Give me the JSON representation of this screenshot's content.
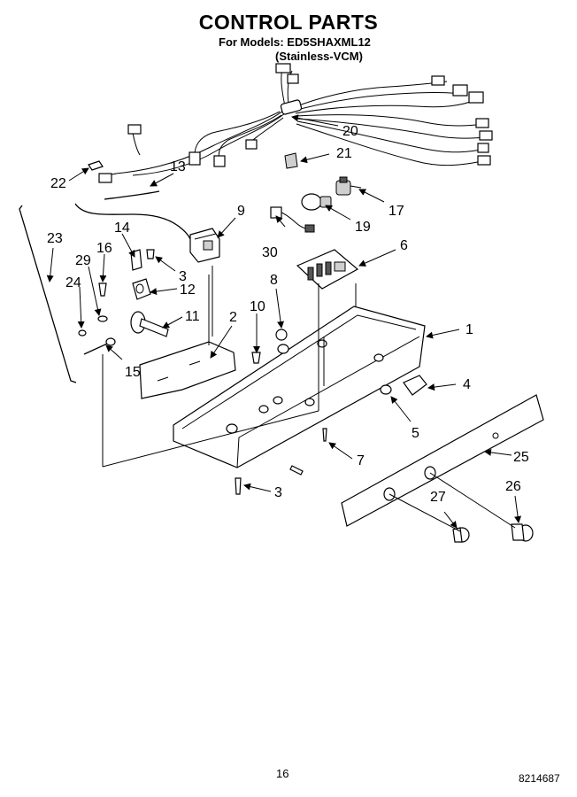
{
  "header": {
    "title": "CONTROL PARTS",
    "models_line": "For Models: ED5SHAXML12",
    "variant_line": "(Stainless-VCM)"
  },
  "callouts": [
    {
      "id": "c1",
      "label": "1"
    },
    {
      "id": "c2",
      "label": "2"
    },
    {
      "id": "c3a",
      "label": "3"
    },
    {
      "id": "c3b",
      "label": "3"
    },
    {
      "id": "c4",
      "label": "4"
    },
    {
      "id": "c5",
      "label": "5"
    },
    {
      "id": "c6",
      "label": "6"
    },
    {
      "id": "c7",
      "label": "7"
    },
    {
      "id": "c8",
      "label": "8"
    },
    {
      "id": "c9",
      "label": "9"
    },
    {
      "id": "c10",
      "label": "10"
    },
    {
      "id": "c11",
      "label": "11"
    },
    {
      "id": "c12",
      "label": "12"
    },
    {
      "id": "c13",
      "label": "13"
    },
    {
      "id": "c14",
      "label": "14"
    },
    {
      "id": "c15",
      "label": "15"
    },
    {
      "id": "c16",
      "label": "16"
    },
    {
      "id": "c17",
      "label": "17"
    },
    {
      "id": "c19",
      "label": "19"
    },
    {
      "id": "c20",
      "label": "20"
    },
    {
      "id": "c21",
      "label": "21"
    },
    {
      "id": "c22",
      "label": "22"
    },
    {
      "id": "c23",
      "label": "23"
    },
    {
      "id": "c24",
      "label": "24"
    },
    {
      "id": "c25",
      "label": "25"
    },
    {
      "id": "c26",
      "label": "26"
    },
    {
      "id": "c27",
      "label": "27"
    },
    {
      "id": "c29",
      "label": "29"
    },
    {
      "id": "c30",
      "label": "30"
    }
  ],
  "footer": {
    "page_number": "16",
    "document_number": "8214687"
  }
}
